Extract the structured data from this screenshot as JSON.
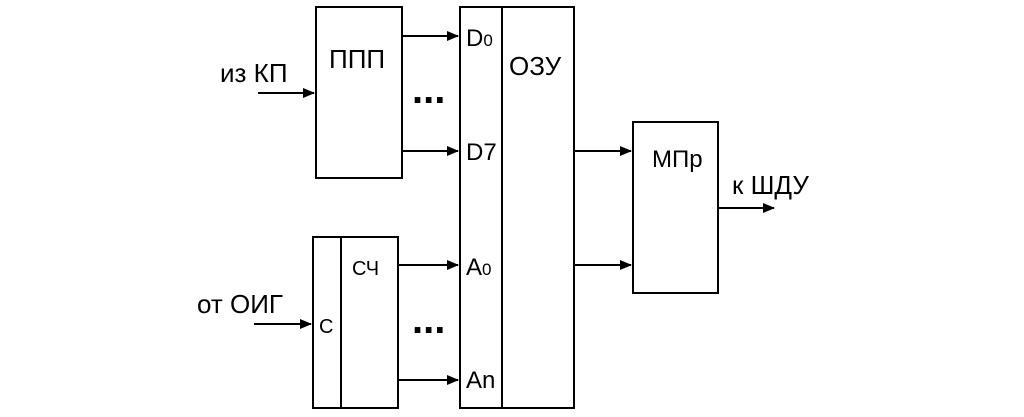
{
  "inputs": {
    "from_kp": "из КП",
    "from_oig": "от ОИГ"
  },
  "output": {
    "to_shdu": "к ШДУ"
  },
  "blocks": {
    "ppp": "ППП",
    "counter": "СЧ",
    "counter_clock": "C",
    "ram": "ОЗУ",
    "mpr": "МПр"
  },
  "ports": {
    "d0_main": "D",
    "d0_sub": "0",
    "d7": "D7",
    "a0_main": "A",
    "a0_sub": "0",
    "an": "An"
  },
  "ellipsis": "..."
}
